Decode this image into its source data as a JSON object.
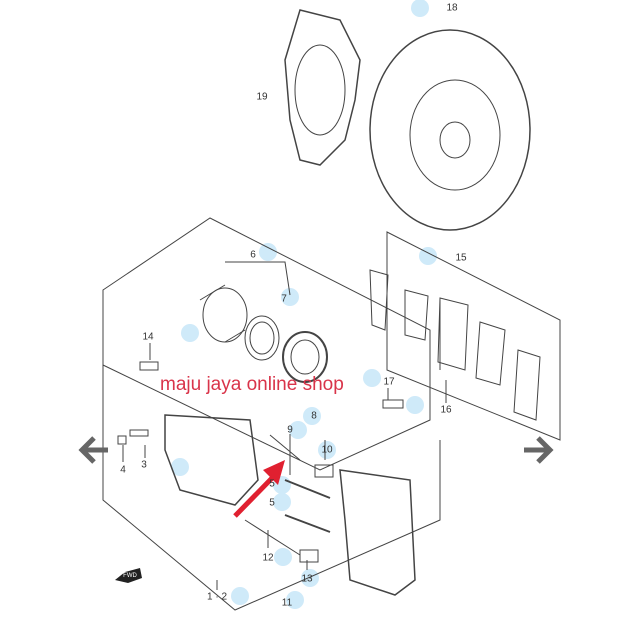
{
  "watermark": "maju jaya online shop",
  "fwd_label": "FWD",
  "labels": {
    "l18": "18",
    "l19": "19",
    "l6": "6",
    "l15": "15",
    "l7": "7",
    "l14": "14",
    "l17": "17",
    "l16": "16",
    "l8": "8",
    "l9": "9",
    "l10": "10",
    "l4": "4",
    "l3": "3",
    "l5a": "5",
    "l5b": "5",
    "l12": "12",
    "l13": "13",
    "l12b": "1 · 2",
    "l11": "11"
  },
  "nav": {
    "prev_icon": "arrow-left-icon",
    "next_icon": "arrow-right-icon"
  },
  "colors": {
    "watermark": "#d9344a",
    "nav": "#666666",
    "dots": "#bfe3f7",
    "arrow": "#e02030"
  }
}
